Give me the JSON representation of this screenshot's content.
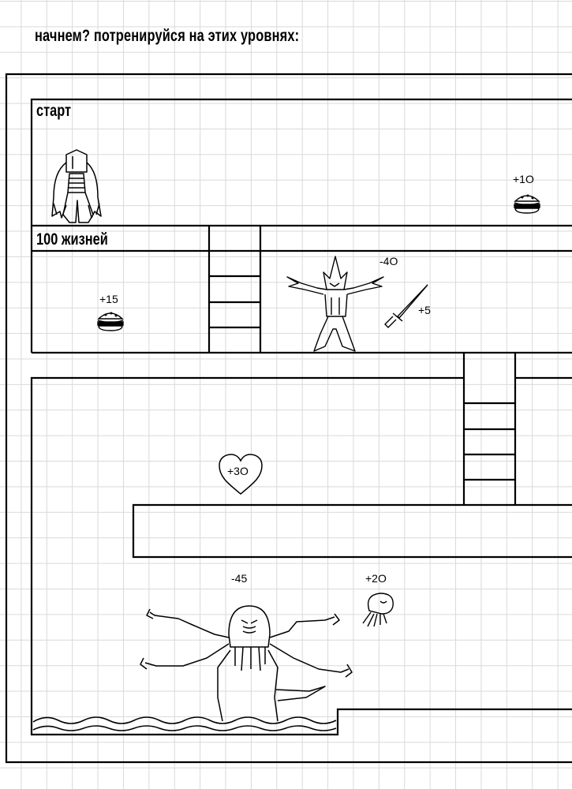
{
  "header": {
    "title": "начнем?  потренируйся на этих уровнях:"
  },
  "level": {
    "start_label": "старт",
    "lives_label": "100 жизней"
  },
  "items": {
    "burger_top_value": "+1O",
    "burger_left_value": "+15",
    "monster_value": "-4O",
    "sword_value": "+5",
    "heart_value": "+3O",
    "octopus_value": "-45",
    "squid_value": "+2O"
  }
}
